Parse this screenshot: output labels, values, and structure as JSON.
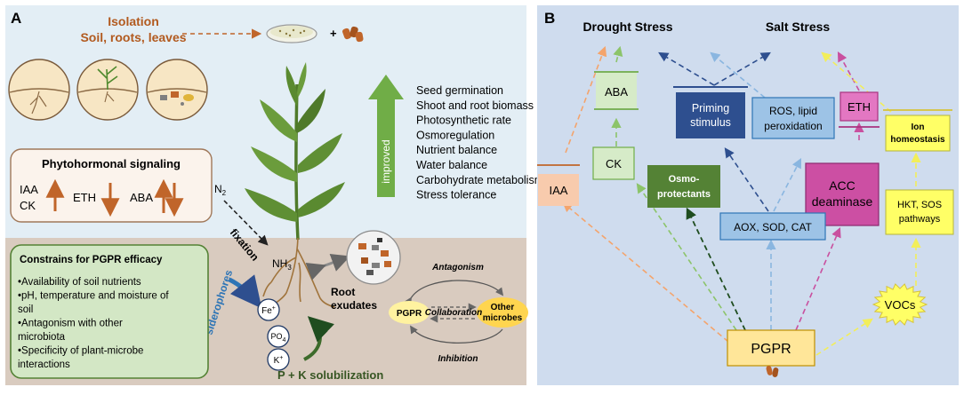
{
  "panel_a": {
    "letter": "A",
    "isolation": {
      "title": "Isolation",
      "subtitle": "Soil, roots, leaves"
    },
    "improved": {
      "arrow_label": "improved",
      "items": [
        "Seed germination",
        "Shoot and root biomass",
        "Photosynthetic rate",
        "Osmoregulation",
        "Nutrient balance",
        "Water balance",
        "Carbohydrate metabolism",
        "Stress tolerance"
      ]
    },
    "phytohormonal": {
      "title": "Phytohormonal signaling",
      "iaa": "IAA",
      "ck": "CK",
      "eth": "ETH",
      "aba": "ABA"
    },
    "soil": {
      "n2": "N",
      "n2_sub": "2",
      "fixation": "fixation",
      "nh3": "NH",
      "nh3_sub": "3",
      "root_exudates_1": "Root",
      "root_exudates_2": "exudates",
      "siderophores": "siderophores",
      "fe": "Fe",
      "fe_sup": "+",
      "po4": "PO",
      "po4_sub": "4",
      "k": "K",
      "k_sup": "+",
      "pk_solubilization": "P + K solubilization",
      "antagonism": "Antagonism",
      "collaboration": "Collaboration",
      "inhibition": "Inhibition",
      "pgpr": "PGPR",
      "other_microbes_1": "Other",
      "other_microbes_2": "microbes"
    },
    "constraints": {
      "title": "Constrains for PGPR efficacy",
      "items": [
        [
          "Availability of soil nutrients"
        ],
        [
          "pH, temperature and moisture of",
          "soil"
        ],
        [
          "Antagonism with other",
          "microbiota"
        ],
        [
          "Specificity of plant-microbe",
          "interactions"
        ]
      ]
    }
  },
  "panel_b": {
    "letter": "B",
    "drought": "Drought Stress",
    "salt": "Salt Stress",
    "aba": "ABA",
    "ck": "CK",
    "iaa": "IAA",
    "priming": [
      "Priming",
      "stimulus"
    ],
    "ros": [
      "ROS, lipid",
      "peroxidation"
    ],
    "eth": "ETH",
    "ion": [
      "Ion",
      "homeostasis"
    ],
    "osmo": [
      "Osmo-",
      "protectants"
    ],
    "acc": [
      "ACC",
      "deaminase"
    ],
    "hkt": [
      "HKT, SOS",
      "pathways"
    ],
    "aox": "AOX, SOD, CAT",
    "vocs": "VOCs",
    "pgpr": "PGPR"
  },
  "colors": {
    "top_bg": "#e3eef5",
    "soil_bg": "#d9cbbf",
    "panel_b_bg": "#cfdcee",
    "iaa": "#f4b183",
    "green": "#70ad47",
    "navy": "#2e4f8f",
    "light_blue": "#9dc3e6",
    "pink": "#cc4fa3",
    "yellow": "#ffff66",
    "pgpr": "#ffe699",
    "improved_arrow": "#70ad47"
  }
}
